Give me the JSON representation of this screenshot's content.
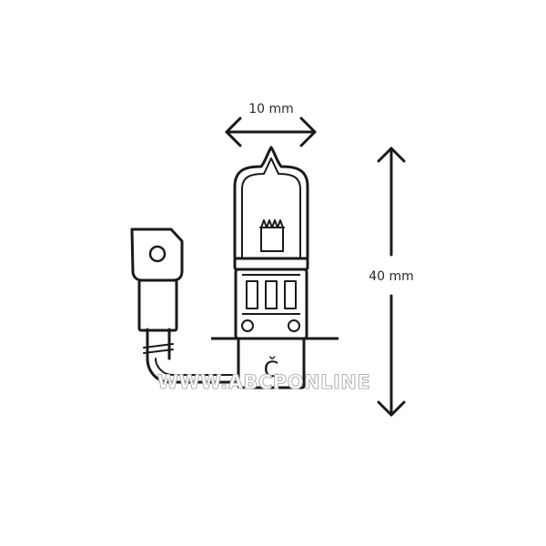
{
  "diagram": {
    "width_label": "10 mm",
    "height_label": "40 mm",
    "base_mark": "Č",
    "watermark": "WWW.ABCPONLINE"
  },
  "colors": {
    "line": "#1a1a1a",
    "background": "#ffffff",
    "watermark_outline": "#b5b5b5"
  }
}
